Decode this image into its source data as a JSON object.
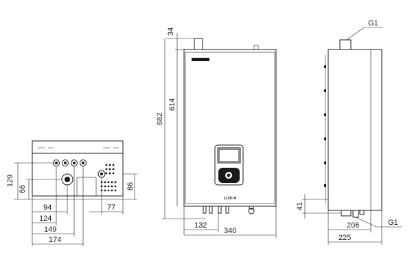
{
  "bottom_view": {
    "dimensions": {
      "d129": "129",
      "d66": "66",
      "d86": "86",
      "d94": "94",
      "d124": "124",
      "d149": "149",
      "d174": "174",
      "d77": "77"
    },
    "icons": [
      "connection-port-icon",
      "grille-icon"
    ]
  },
  "front_view": {
    "brand": "LUX-X",
    "dimensions": {
      "d34": "34",
      "d614": "614",
      "d682": "682",
      "d132": "132",
      "d340": "340"
    }
  },
  "side_view": {
    "dimensions": {
      "g1_top": "G1",
      "g1_bottom": "G1",
      "d41": "41",
      "d206": "206",
      "d225": "225"
    }
  },
  "colors": {
    "line": "#1a1a1a",
    "background": "#ffffff"
  }
}
